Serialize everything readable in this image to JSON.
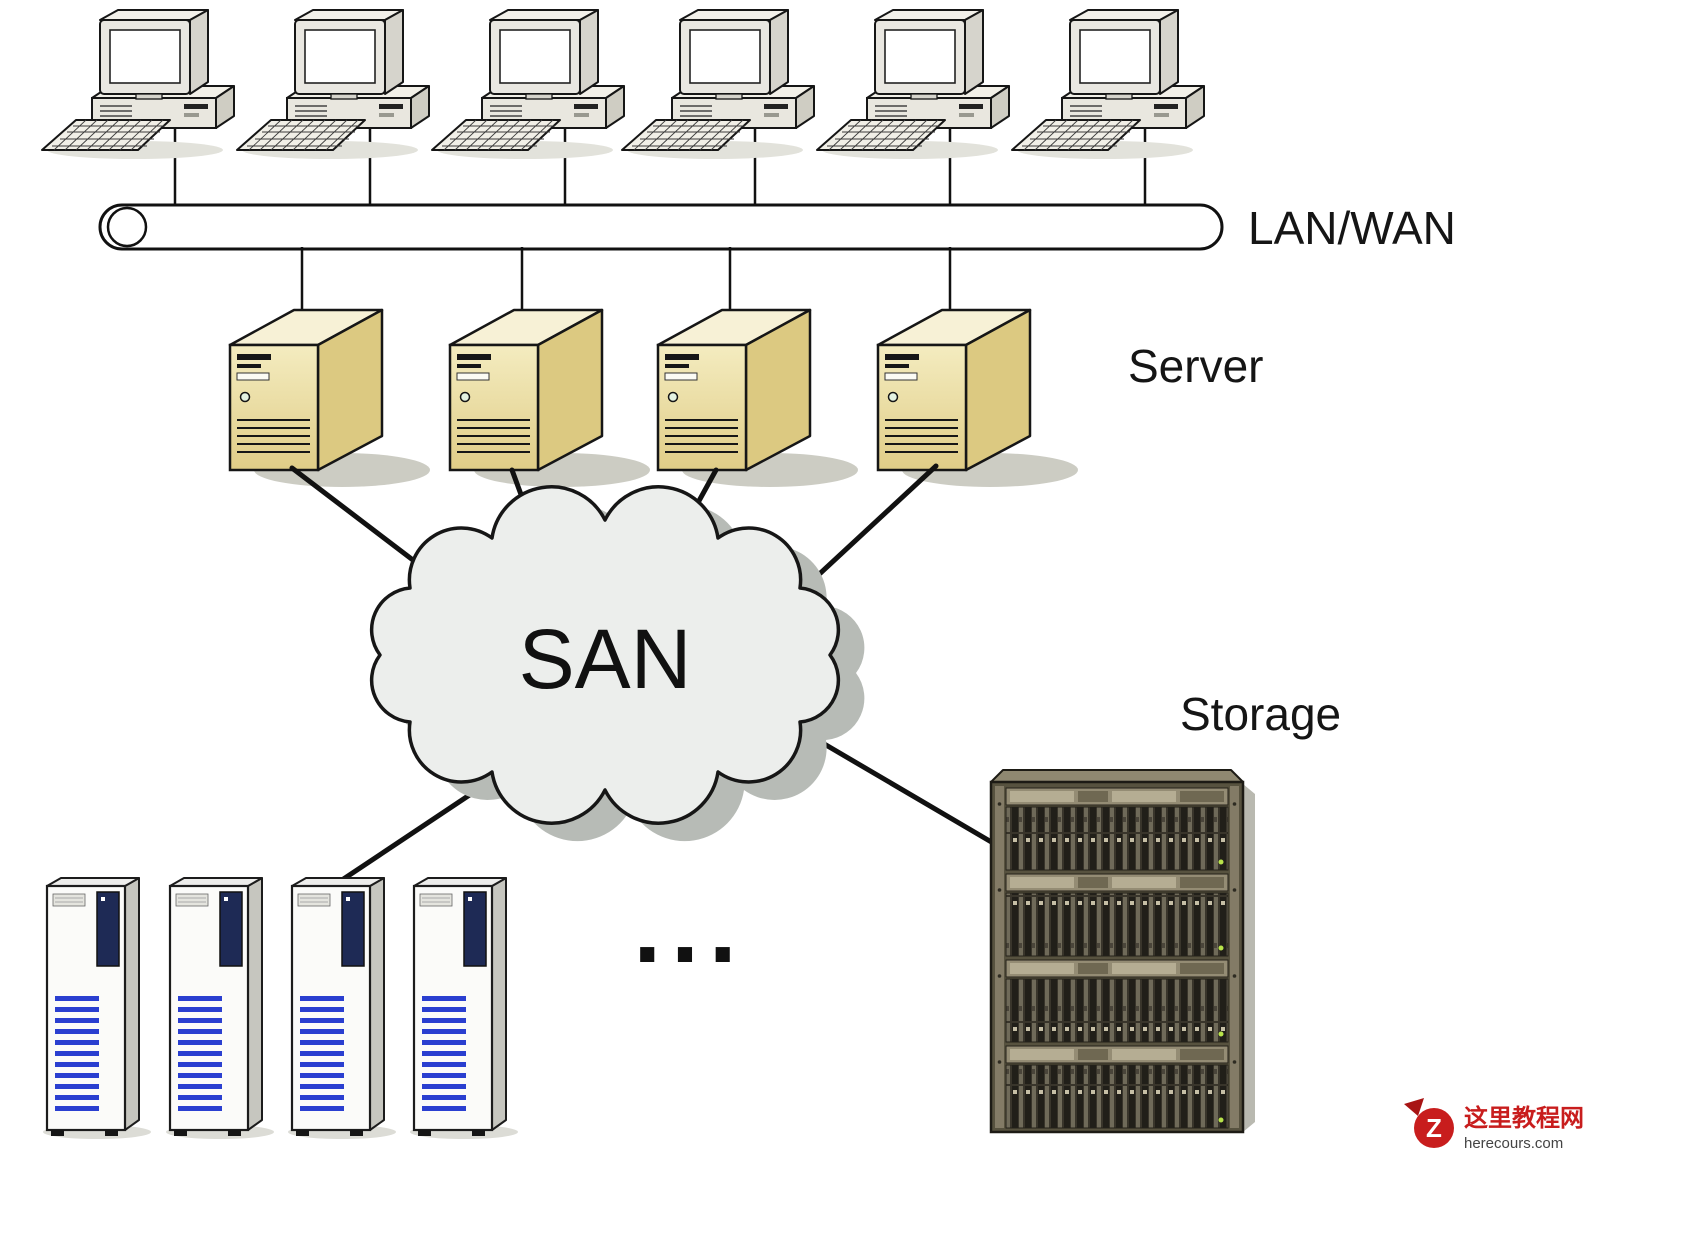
{
  "diagram": {
    "title": "SAN storage area network architecture",
    "labels": {
      "lan_wan": "LAN/WAN",
      "server": "Server",
      "san": "SAN",
      "storage": "Storage",
      "ellipsis": "..."
    },
    "nodes": {
      "clients": {
        "count": 6,
        "type": "desktop-computer"
      },
      "servers": {
        "count": 4,
        "type": "server-tower"
      },
      "storage_towers": {
        "count": 4,
        "type": "storage-tower"
      },
      "storage_racks": {
        "count": 1,
        "type": "disk-array-rack"
      }
    },
    "colors": {
      "line": "#111111",
      "server_body": "#eadfa6",
      "cloud_fill": "#eceeec",
      "cloud_shadow": "#b7bbb6",
      "stripe_blue": "#2a3fd0",
      "rack_body": "#57523f"
    },
    "watermark": {
      "logo_letter": "Z",
      "site_name": "这里教程网",
      "site_url": "herecours.com",
      "accent_color": "#c81d1d"
    }
  }
}
